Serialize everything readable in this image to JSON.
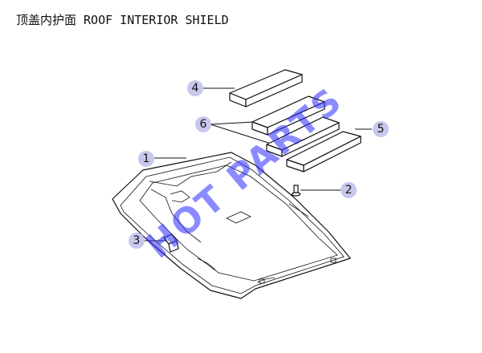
{
  "title": "顶盖内护面 ROOF INTERIOR SHIELD",
  "callouts": [
    "1",
    "2",
    "3",
    "4",
    "5",
    "6"
  ],
  "watermark": "HOT PARTS"
}
